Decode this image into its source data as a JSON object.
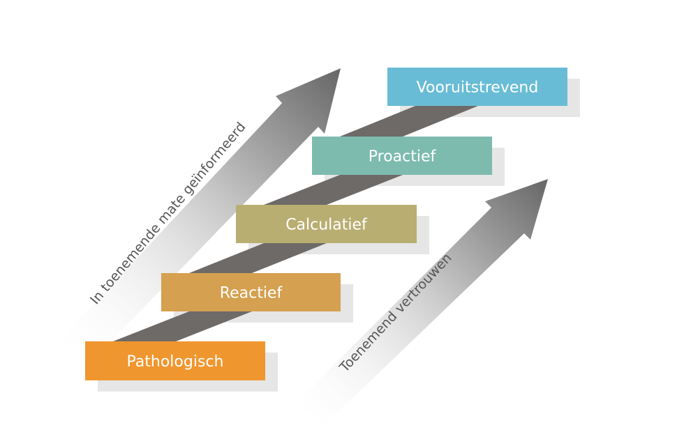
{
  "steps": [
    {
      "label": "Pathologisch",
      "color": "#F0962E"
    },
    {
      "label": "Reactief",
      "color": "#D5A04F"
    },
    {
      "label": "Calculatief",
      "color": "#B9AE72"
    },
    {
      "label": "Proactief",
      "color": "#7DBBAE"
    },
    {
      "label": "Vooruitstrevend",
      "color": "#69BCD5"
    }
  ],
  "arrows": {
    "left_label": "In toenemende mate geïnformeerd",
    "right_label": "Toenemend vertrouwen"
  },
  "colors": {
    "connector": "#6E6A68",
    "shadow": "#E6E6E6",
    "arrow_dark": "#666666",
    "arrow_light": "#FFFFFF"
  }
}
